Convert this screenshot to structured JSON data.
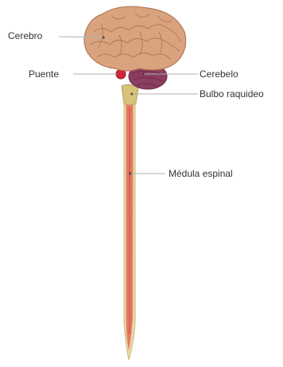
{
  "labels": {
    "cerebro": "Cerebro",
    "puente": "Puente",
    "cerebelo": "Cerebelo",
    "bulbo": "Bulbo raquideo",
    "medula": "Médula espinal"
  },
  "colors": {
    "brain": "#d9a37f",
    "brain_outline": "#b57a55",
    "cerebellum": "#8c3e60",
    "pons": "#d0263a",
    "medulla": "#d8c27a",
    "spinal_fill": "#e57a66",
    "spinal_core": "#d85a4a",
    "spinal_outline": "#c9b87a",
    "leader": "#b0b0b0"
  }
}
